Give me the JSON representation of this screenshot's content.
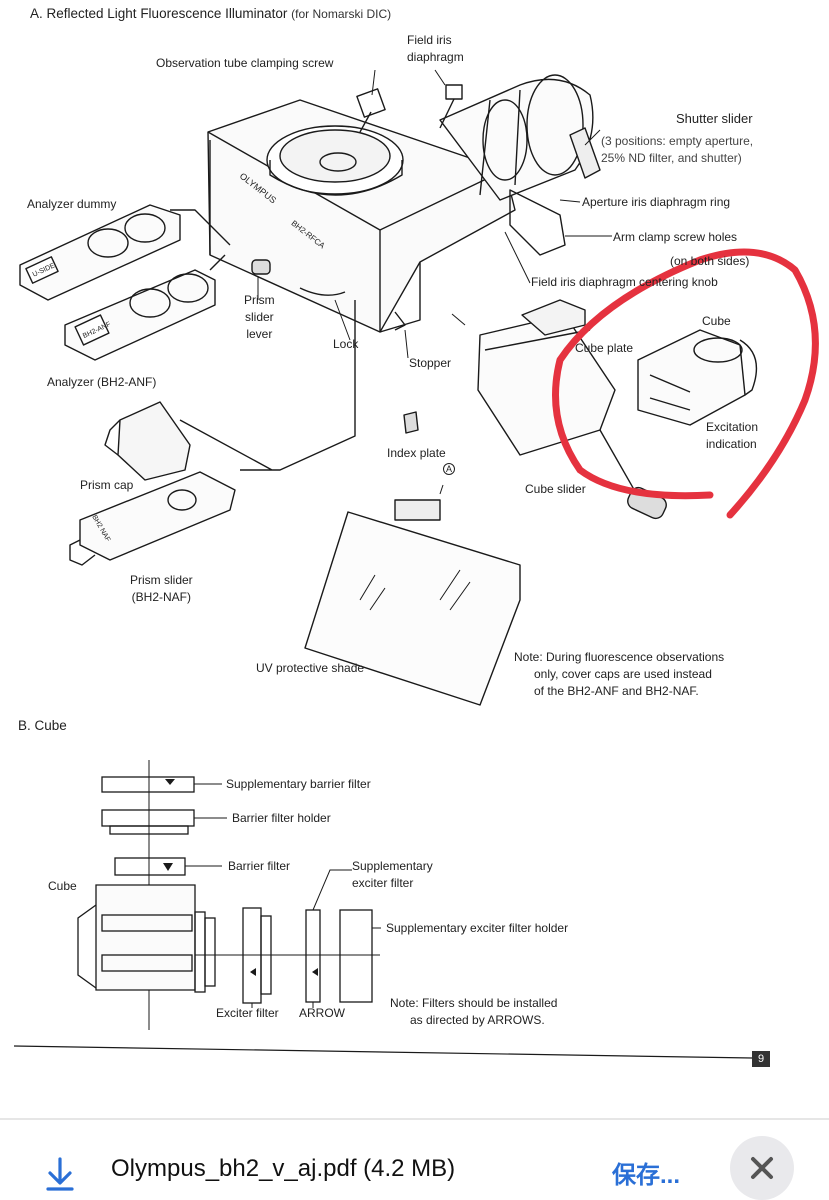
{
  "section_a": {
    "heading": "A. Reflected Light Fluorescence Illuminator",
    "heading_note": "(for Nomarski DIC)",
    "labels": {
      "field_iris_diaphragm": "Field iris\ndiaphragm",
      "observation_tube_clamping_screw": "Observation tube clamping screw",
      "shutter_slider": "Shutter slider",
      "shutter_positions": "(3 positions: empty aperture,\n25% ND filter, and shutter)",
      "analyzer_dummy": "Analyzer dummy",
      "aperture_iris_ring": "Aperture iris diaphragm ring",
      "arm_clamp_screw_holes": "Arm clamp screw holes",
      "both_sides": "(on both sides)",
      "field_iris_centering_knob": "Field iris diaphragm centering knob",
      "prism_slider_lever": "Prism\nslider\nlever",
      "lock": "Lock",
      "stopper": "Stopper",
      "cube": "Cube",
      "cube_plate": "Cube plate",
      "analyzer": "Analyzer (BH2-ANF)",
      "excitation_indication": "Excitation\nindication",
      "index_plate": "Index plate",
      "marker_a": "A",
      "cube_slider": "Cube slider",
      "prism_cap": "Prism cap",
      "prism_slider": "Prism slider\n(BH2-NAF)",
      "uv_shade": "UV protective shade",
      "note": "Note: During fluorescence observations\n      only, cover caps are used instead\n      of the BH2-ANF and BH2-NAF."
    },
    "part_markings": {
      "olympus": "OLYMPUS",
      "model": "BH2-RFCA",
      "analyzer_dummy_tag": "U-SIDE",
      "analyzer_tag": "BH2-ANF",
      "prism_tag": "BH2 NAF"
    }
  },
  "section_b": {
    "heading": "B. Cube",
    "labels": {
      "supp_barrier_filter": "Supplementary barrier filter",
      "barrier_filter_holder": "Barrier filter holder",
      "barrier_filter": "Barrier filter",
      "supp_exciter_filter": "Supplementary\nexciter filter",
      "cube": "Cube",
      "supp_exciter_holder": "Supplementary exciter filter holder",
      "exciter_filter": "Exciter filter",
      "arrow": "ARROW",
      "note": "Note: Filters should be installed\n      as directed by ARROWS."
    }
  },
  "page_number": "9",
  "annotation_color": "#e5323f",
  "download_bar": {
    "icon": "download-icon",
    "filename": "Olympus_bh2_v_aj.pdf (4.2 MB)",
    "save_label": "保存...",
    "close_icon": "close-icon",
    "accent": "#2a6fd6"
  }
}
